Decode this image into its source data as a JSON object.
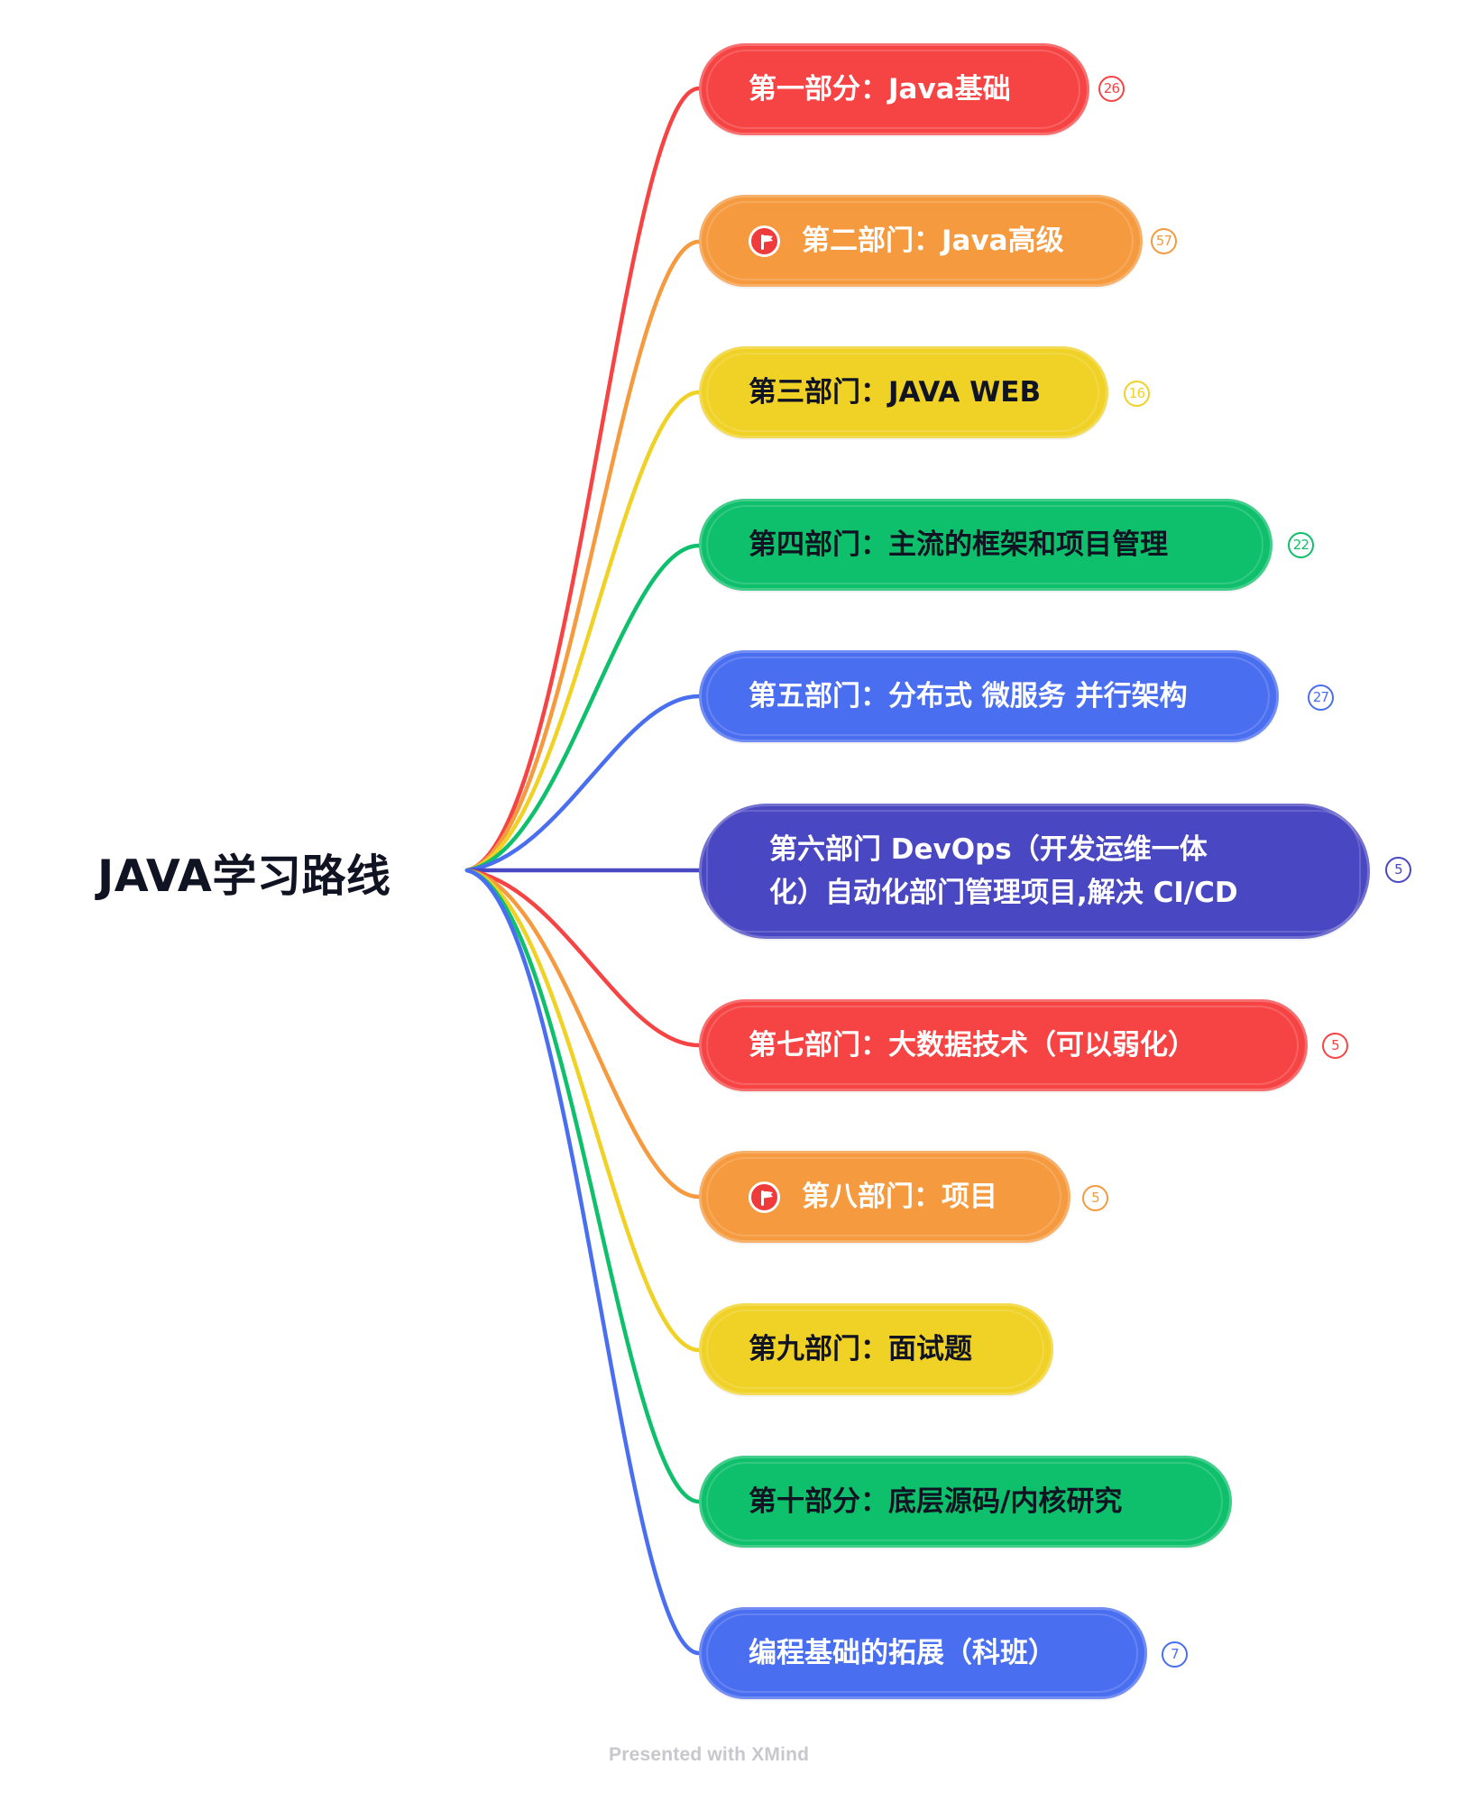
{
  "root": {
    "label": "JAVA学习路线"
  },
  "branches": [
    {
      "label": "第一部分：Java基础",
      "count": "26",
      "color": "#f64444",
      "text_color": "#ffffff",
      "flag": false
    },
    {
      "label": "第二部门：Java高级",
      "count": "57",
      "color": "#f59a3f",
      "text_color": "#ffffff",
      "flag": true,
      "flag_icon": "flag-icon"
    },
    {
      "label": "第三部门：JAVA WEB",
      "count": "16",
      "color": "#f0d126",
      "text_color": "#101322",
      "flag": false
    },
    {
      "label": "第四部门：主流的框架和项目管理",
      "count": "22",
      "color": "#0ebf6b",
      "text_color": "#101322",
      "flag": false
    },
    {
      "label": "第五部门：分布式 微服务 并行架构",
      "count": "27",
      "color": "#4a6ef0",
      "text_color": "#ffffff",
      "flag": false
    },
    {
      "label_line_1": "第六部门 DevOps（开发运维一体",
      "label_line_2": "化）自动化部门管理项目,解决 CI/CD",
      "count": "5",
      "color": "#4a47c2",
      "text_color": "#ffffff",
      "flag": false
    },
    {
      "label": "第七部门：大数据技术（可以弱化）",
      "count": "5",
      "color": "#f64444",
      "text_color": "#ffffff",
      "flag": false
    },
    {
      "label": "第八部门：项目",
      "count": "5",
      "color": "#f59a3f",
      "text_color": "#ffffff",
      "flag": true,
      "flag_icon": "flag-icon"
    },
    {
      "label": "第九部门：面试题",
      "count": "",
      "color": "#f0d126",
      "text_color": "#101322",
      "flag": false
    },
    {
      "label": "第十部分：底层源码/内核研究",
      "count": "",
      "color": "#0ebf6b",
      "text_color": "#101322",
      "flag": false
    },
    {
      "label": "编程基础的拓展（科班）",
      "count": "7",
      "color": "#4a6ef0",
      "text_color": "#ffffff",
      "flag": false
    }
  ],
  "footer": {
    "label": "Presented with XMind"
  }
}
